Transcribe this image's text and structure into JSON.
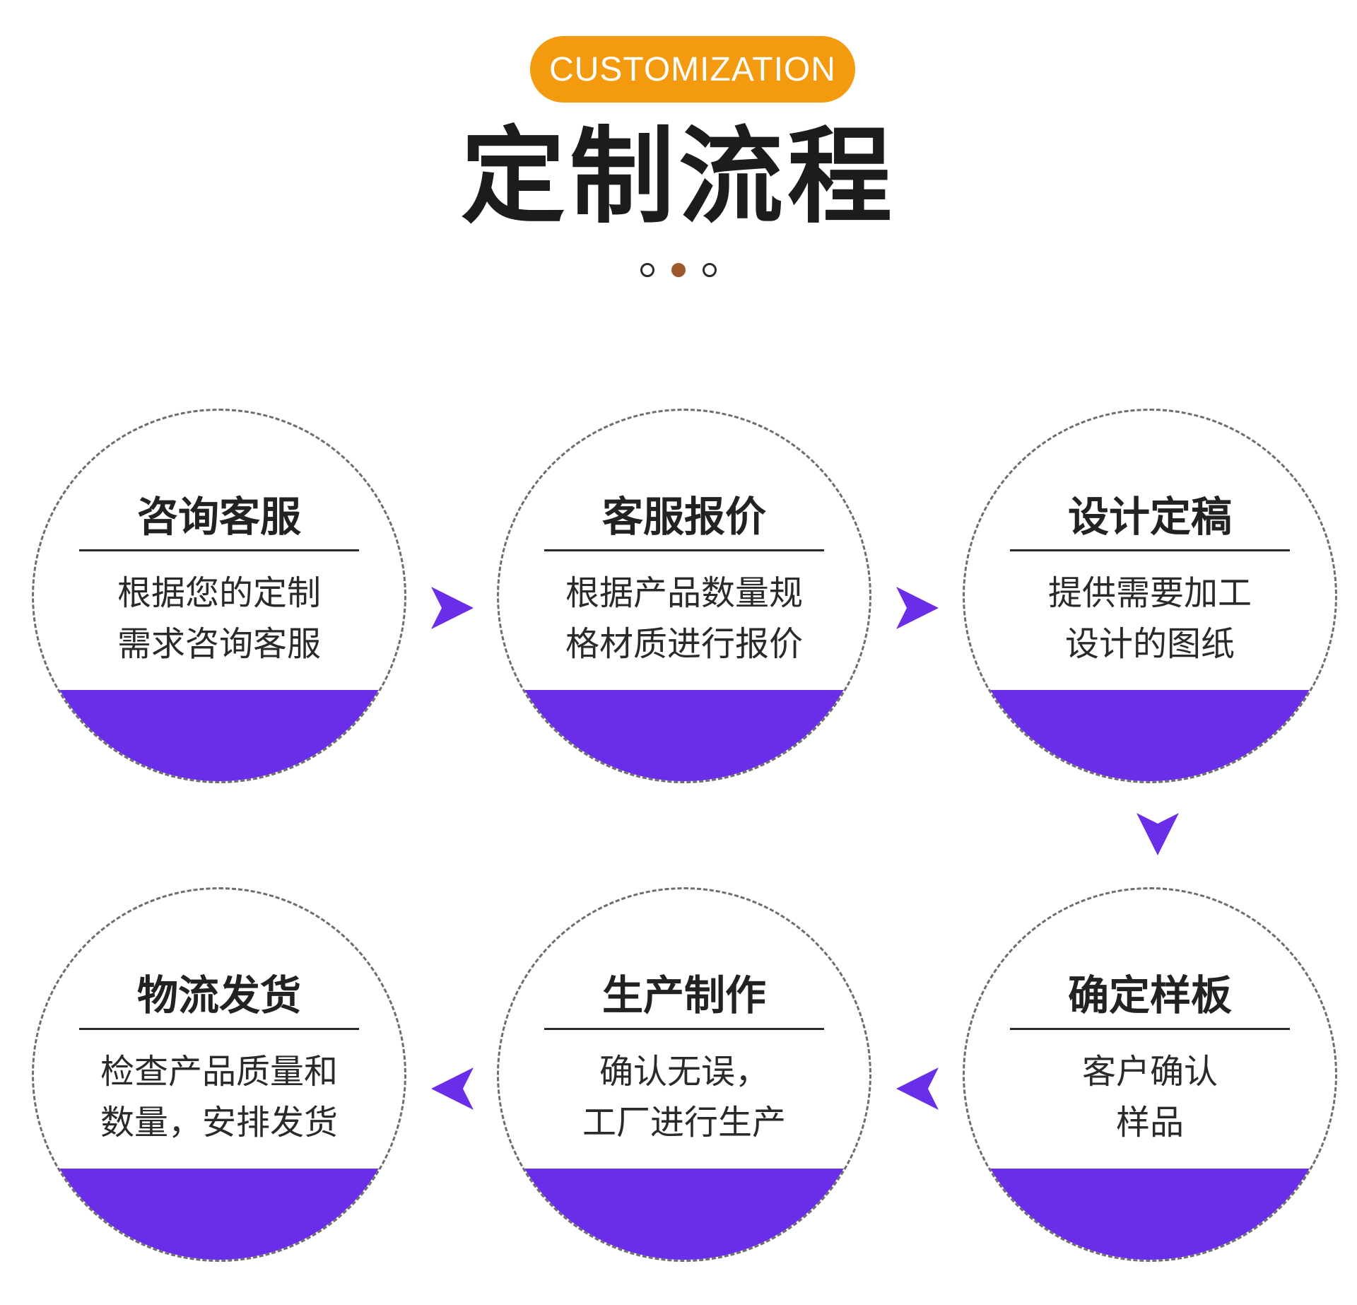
{
  "header": {
    "pill_label": "CUSTOMIZATION",
    "title": "定制流程"
  },
  "pager": {
    "total": 3,
    "active_index": 1
  },
  "colors": {
    "accent_orange": "#f39a0e",
    "accent_purple": "#6a2ee8",
    "pager_active": "#9a5a2a"
  },
  "steps": [
    {
      "title": "咨询客服",
      "lines": [
        "根据您的定制",
        "需求咨询客服"
      ]
    },
    {
      "title": "客服报价",
      "lines": [
        "根据产品数量规",
        "格材质进行报价"
      ]
    },
    {
      "title": "设计定稿",
      "lines": [
        "提供需要加工",
        "设计的图纸"
      ]
    },
    {
      "title": "确定样板",
      "lines": [
        "客户确认",
        "样品"
      ]
    },
    {
      "title": "生产制作",
      "lines": [
        "确认无误，",
        "工厂进行生产"
      ]
    },
    {
      "title": "物流发货",
      "lines": [
        "检查产品质量和",
        "数量，安排发货"
      ]
    }
  ],
  "arrows": [
    {
      "from": 1,
      "to": 2,
      "direction": "right"
    },
    {
      "from": 2,
      "to": 3,
      "direction": "right"
    },
    {
      "from": 3,
      "to": 4,
      "direction": "down"
    },
    {
      "from": 4,
      "to": 5,
      "direction": "left"
    },
    {
      "from": 5,
      "to": 6,
      "direction": "left"
    }
  ]
}
